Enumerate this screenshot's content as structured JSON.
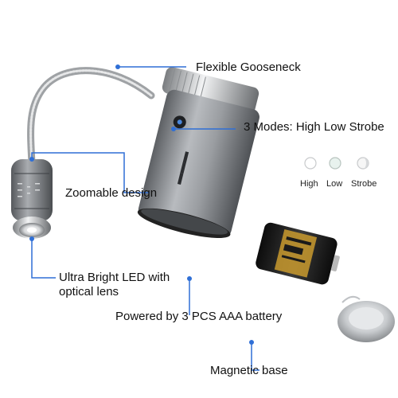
{
  "labels": {
    "gooseneck": "Flexible Gooseneck",
    "modes": "3 Modes: High Low Strobe",
    "zoom": "Zoomable design",
    "led_line1": "Ultra Bright LED with",
    "led_line2": "optical lens",
    "battery": "Powered by 3 PCS AAA battery",
    "magnet": "Magnetic base"
  },
  "mode_indicators": [
    {
      "label": "High"
    },
    {
      "label": "Low"
    },
    {
      "label": "Strobe"
    }
  ],
  "colors": {
    "callout": "#2f6fd6",
    "body": "#8a8d92",
    "battery": "#1a1a1a",
    "battery_label": "#c99a2e"
  }
}
